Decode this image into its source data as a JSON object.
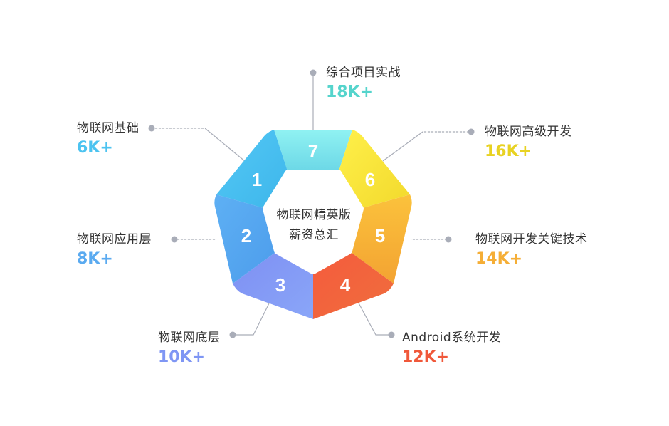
{
  "center": {
    "line1": "物联网精英版",
    "line2": "薪资总汇"
  },
  "segments": [
    {
      "num": "1",
      "name": "物联网基础",
      "salary": "6K+",
      "color": "#4cc3f0"
    },
    {
      "num": "2",
      "name": "物联网应用层",
      "salary": "8K+",
      "color": "#5aaaf0"
    },
    {
      "num": "3",
      "name": "物联网底层",
      "salary": "10K+",
      "color": "#7f96f4"
    },
    {
      "num": "4",
      "name": "Android系统开发",
      "salary": "12K+",
      "color": "#f0583a"
    },
    {
      "num": "5",
      "name": "物联网开发关键技术",
      "salary": "14K+",
      "color": "#f8b23a"
    },
    {
      "num": "6",
      "name": "物联网高级开发",
      "salary": "16K+",
      "color": "#ecd82a"
    },
    {
      "num": "7",
      "name": "综合项目实战",
      "salary": "18K+",
      "color": "#55d4cc"
    }
  ]
}
